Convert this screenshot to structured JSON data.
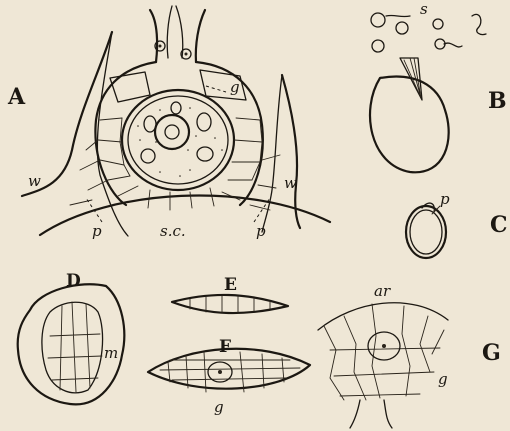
{
  "figure": {
    "panels": [
      "A",
      "B",
      "C",
      "D",
      "E",
      "F",
      "G"
    ],
    "labels": {
      "g_A": "g",
      "w_left": "w",
      "w_right": "w",
      "p_left": "p",
      "p_right": "p",
      "sc": "s.c.",
      "s_B": "s",
      "p_C": "p",
      "m_D": "m",
      "g_F": "g",
      "ar_G": "ar",
      "g_G": "g"
    }
  }
}
